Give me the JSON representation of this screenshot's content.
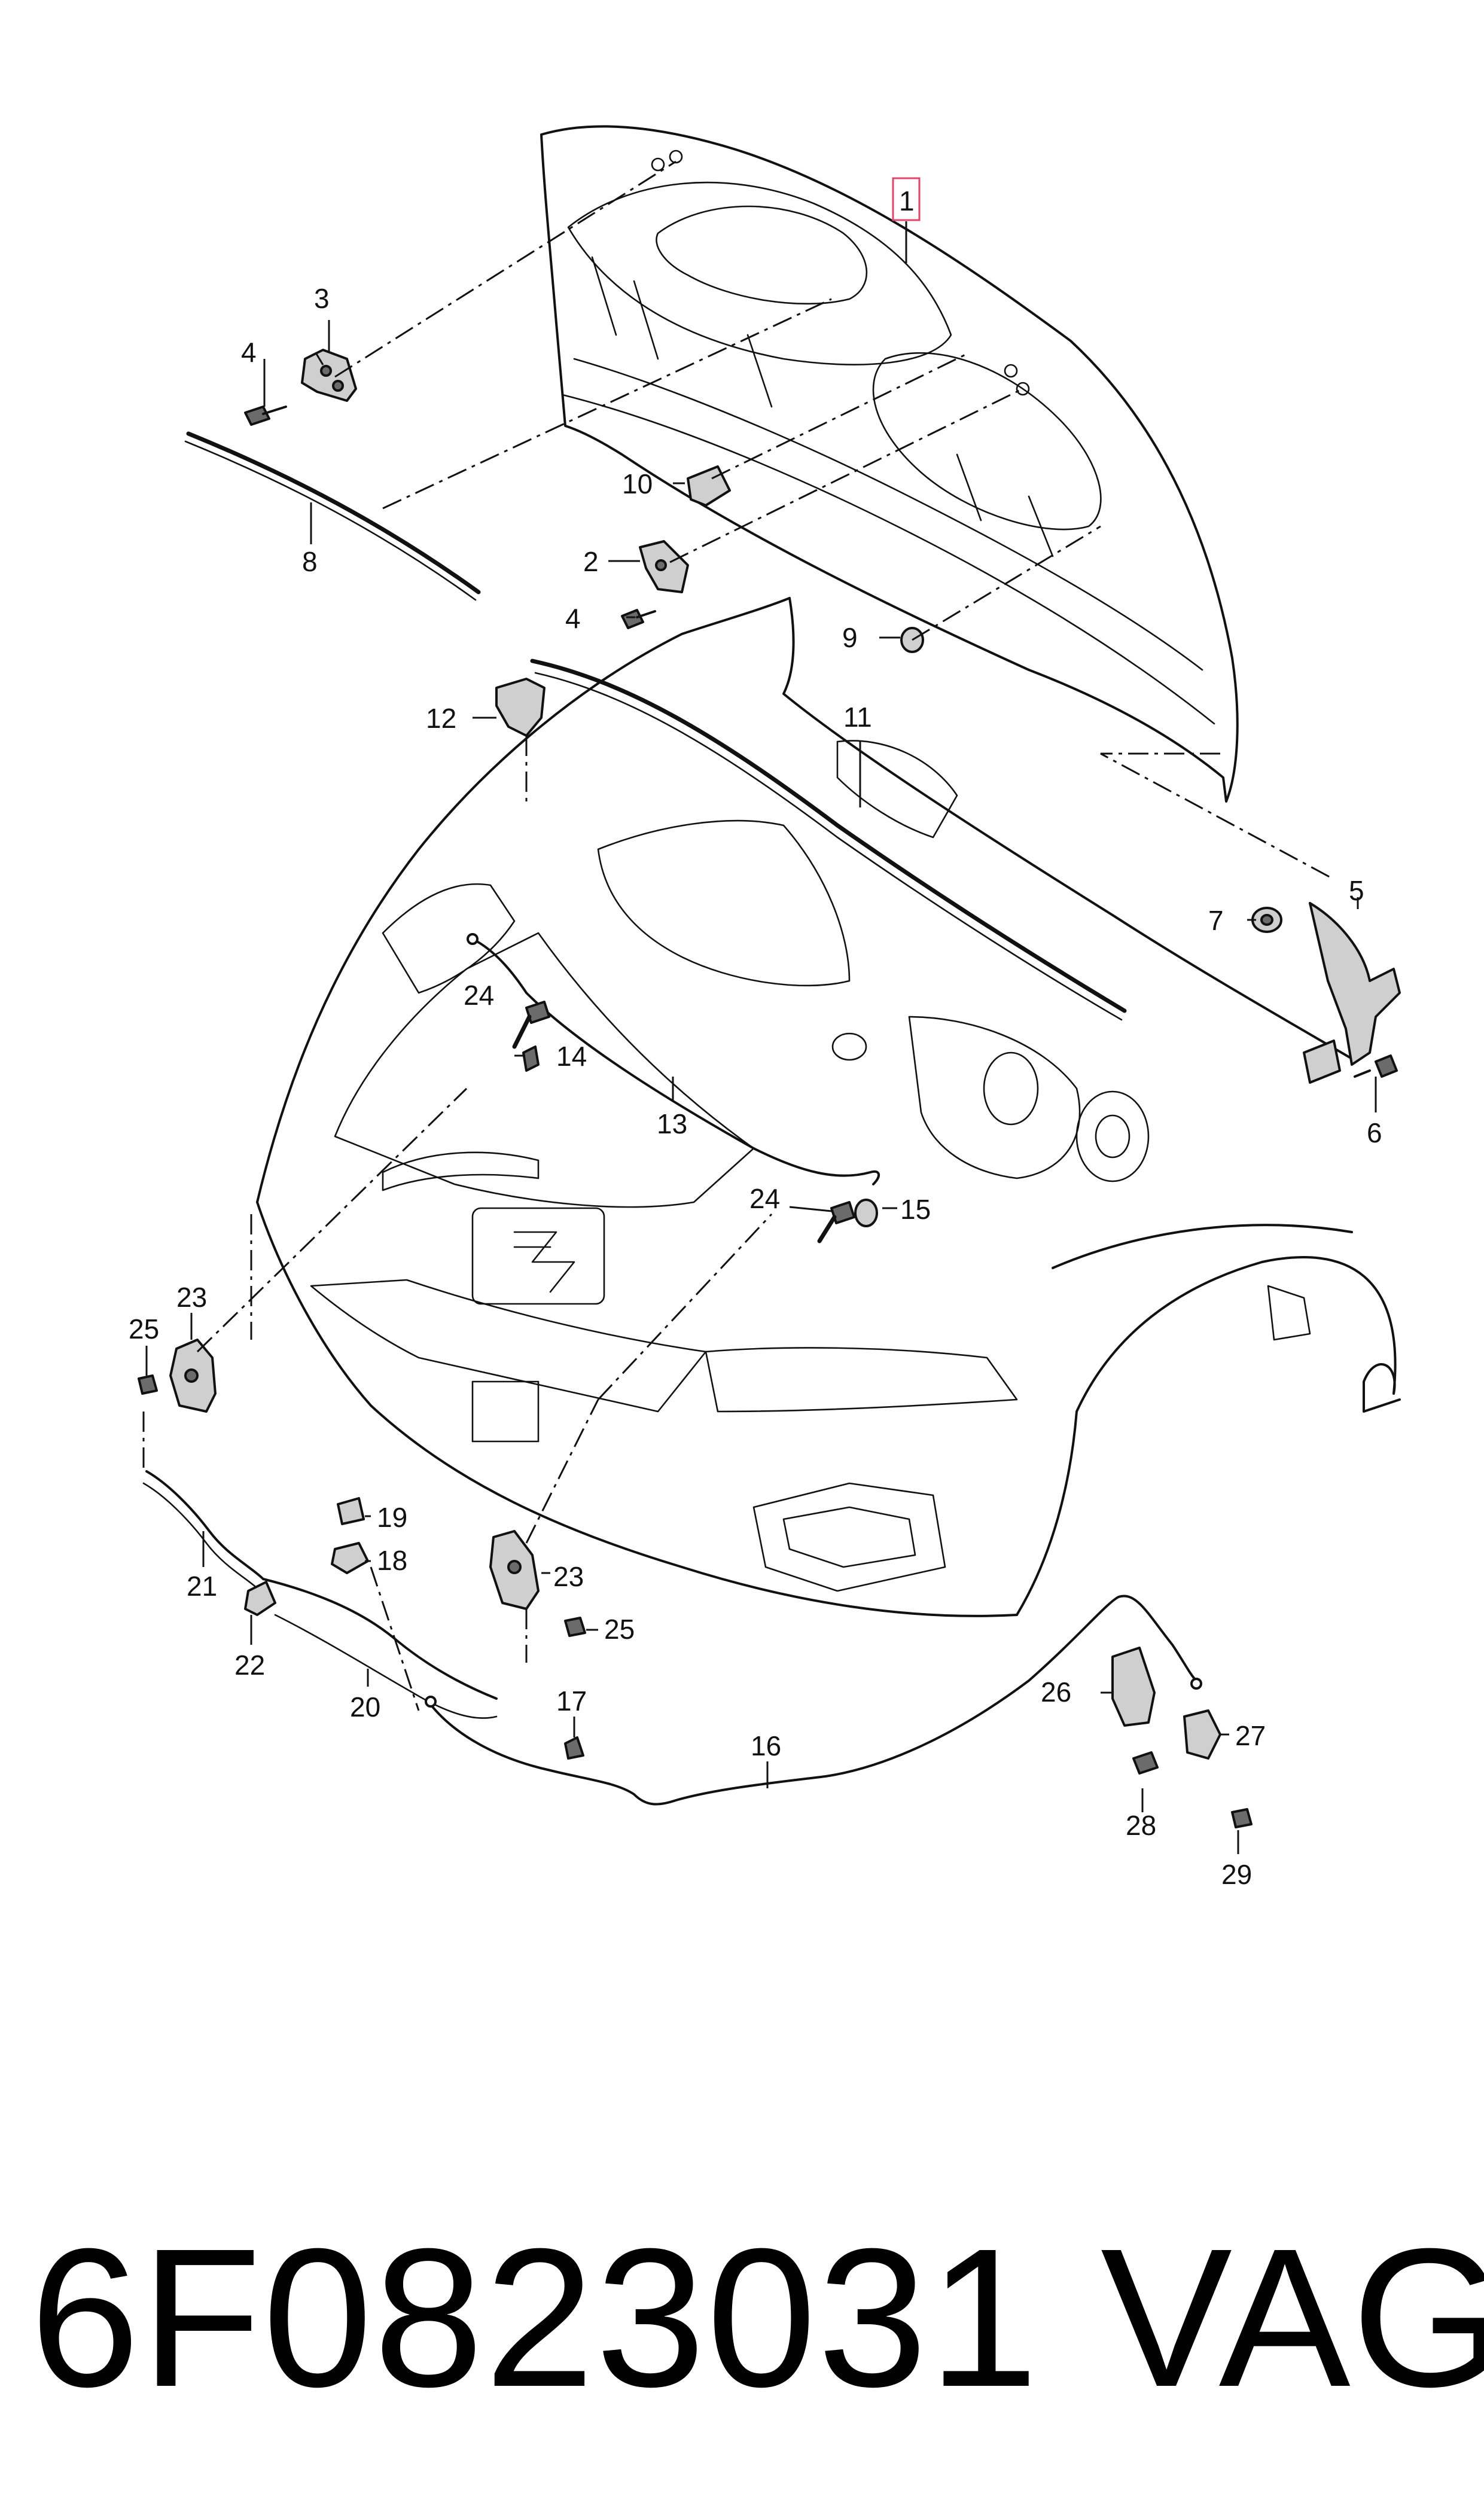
{
  "diagram": {
    "highlighted_callout": "1",
    "callouts": [
      {
        "id": "c1",
        "text": "1"
      },
      {
        "id": "c2",
        "text": "2"
      },
      {
        "id": "c3",
        "text": "3"
      },
      {
        "id": "c4a",
        "text": "4"
      },
      {
        "id": "c4b",
        "text": "4"
      },
      {
        "id": "c5",
        "text": "5"
      },
      {
        "id": "c6",
        "text": "6"
      },
      {
        "id": "c7",
        "text": "7"
      },
      {
        "id": "c8",
        "text": "8"
      },
      {
        "id": "c9",
        "text": "9"
      },
      {
        "id": "c10",
        "text": "10"
      },
      {
        "id": "c11",
        "text": "11"
      },
      {
        "id": "c12",
        "text": "12"
      },
      {
        "id": "c13",
        "text": "13"
      },
      {
        "id": "c14",
        "text": "14"
      },
      {
        "id": "c15",
        "text": "15"
      },
      {
        "id": "c16",
        "text": "16"
      },
      {
        "id": "c17",
        "text": "17"
      },
      {
        "id": "c18",
        "text": "18"
      },
      {
        "id": "c19",
        "text": "19"
      },
      {
        "id": "c20",
        "text": "20"
      },
      {
        "id": "c21",
        "text": "21"
      },
      {
        "id": "c22",
        "text": "22"
      },
      {
        "id": "c23a",
        "text": "23"
      },
      {
        "id": "c23b",
        "text": "23"
      },
      {
        "id": "c24a",
        "text": "24"
      },
      {
        "id": "c24b",
        "text": "24"
      },
      {
        "id": "c25a",
        "text": "25"
      },
      {
        "id": "c25b",
        "text": "25"
      },
      {
        "id": "c26",
        "text": "26"
      },
      {
        "id": "c27",
        "text": "27"
      },
      {
        "id": "c28",
        "text": "28"
      },
      {
        "id": "c29",
        "text": "29"
      }
    ],
    "colors": {
      "line": "#111111",
      "highlight_box": "#e0466a",
      "background": "#ffffff"
    }
  },
  "footer": {
    "part_number": "6F0823031",
    "brand": "VAG"
  }
}
